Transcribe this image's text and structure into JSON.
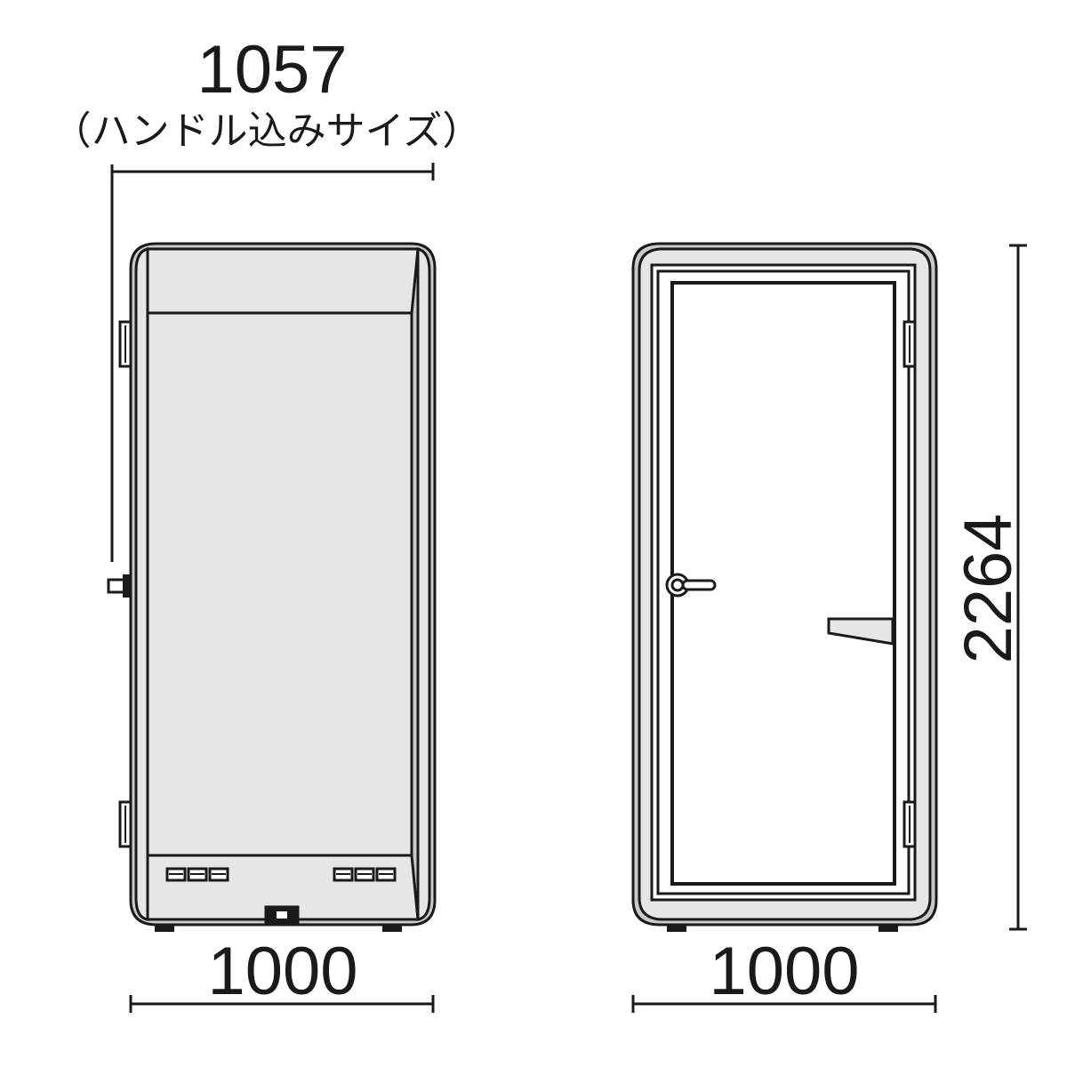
{
  "dimensions": {
    "side_total_width": "1057",
    "side_total_width_note": "（ハンドル込みサイズ）",
    "side_width": "1000",
    "front_width": "1000",
    "height": "2264"
  },
  "colors": {
    "line": "#1a1a1a",
    "frame": "#c9c9c9",
    "panel": "#e6e6e6",
    "background": "#ffffff"
  }
}
